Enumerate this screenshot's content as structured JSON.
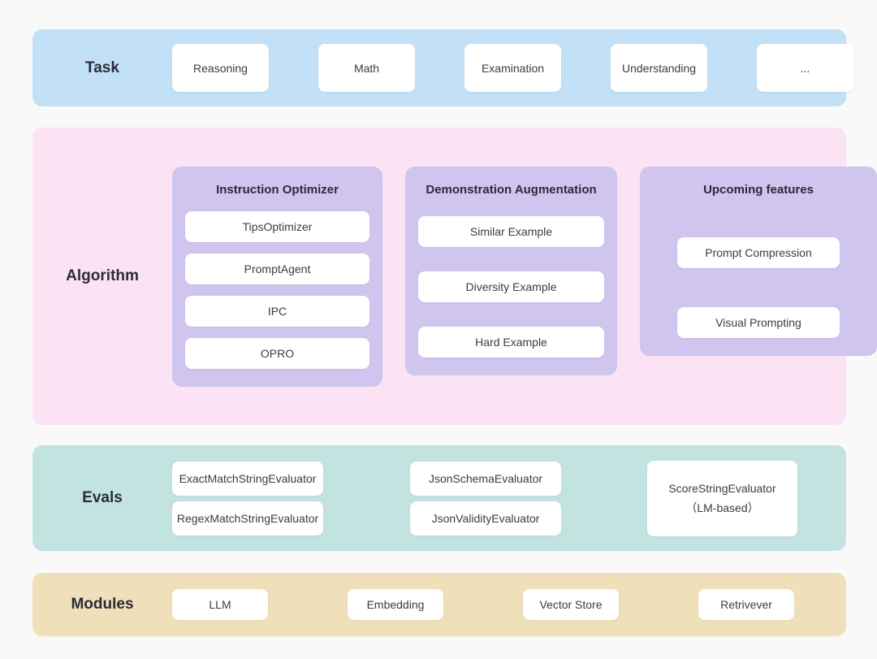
{
  "diagram": {
    "title": "Framework architecture layers",
    "background_color": "#f9f9fa"
  },
  "task": {
    "label": "Task",
    "band_color": "#c3e1f6",
    "cards": [
      {
        "label": "Reasoning"
      },
      {
        "label": "Math"
      },
      {
        "label": "Examination"
      },
      {
        "label": "Understanding"
      },
      {
        "label": "..."
      }
    ]
  },
  "algorithm": {
    "label": "Algorithm",
    "band_color": "#fbe3f3",
    "panel_color": "#cfc5ee",
    "panels": [
      {
        "title": "Instruction Optimizer",
        "items": [
          {
            "label": "TipsOptimizer"
          },
          {
            "label": "PromptAgent"
          },
          {
            "label": "IPC"
          },
          {
            "label": "OPRO"
          }
        ]
      },
      {
        "title": "Demonstration Augmentation",
        "items": [
          {
            "label": "Similar Example"
          },
          {
            "label": "Diversity Example"
          },
          {
            "label": "Hard Example"
          }
        ]
      },
      {
        "title": "Upcoming features",
        "items": [
          {
            "label": "Prompt Compression"
          },
          {
            "label": "Visual Prompting"
          }
        ]
      }
    ]
  },
  "evals": {
    "label": "Evals",
    "band_color": "#c3e3e0",
    "column_one": [
      {
        "label": "ExactMatchStringEvaluator"
      },
      {
        "label": "RegexMatchStringEvaluator"
      }
    ],
    "column_two": [
      {
        "label": "JsonSchemaEvaluator"
      },
      {
        "label": "JsonValidityEvaluator"
      }
    ],
    "score_card": {
      "line_one": "ScoreStringEvaluator",
      "line_two": "（LM-based）"
    }
  },
  "modules": {
    "label": "Modules",
    "band_color": "#f0e0ba",
    "cards": [
      {
        "label": "LLM"
      },
      {
        "label": "Embedding"
      },
      {
        "label": "Vector Store"
      },
      {
        "label": "Retrivever"
      }
    ]
  }
}
